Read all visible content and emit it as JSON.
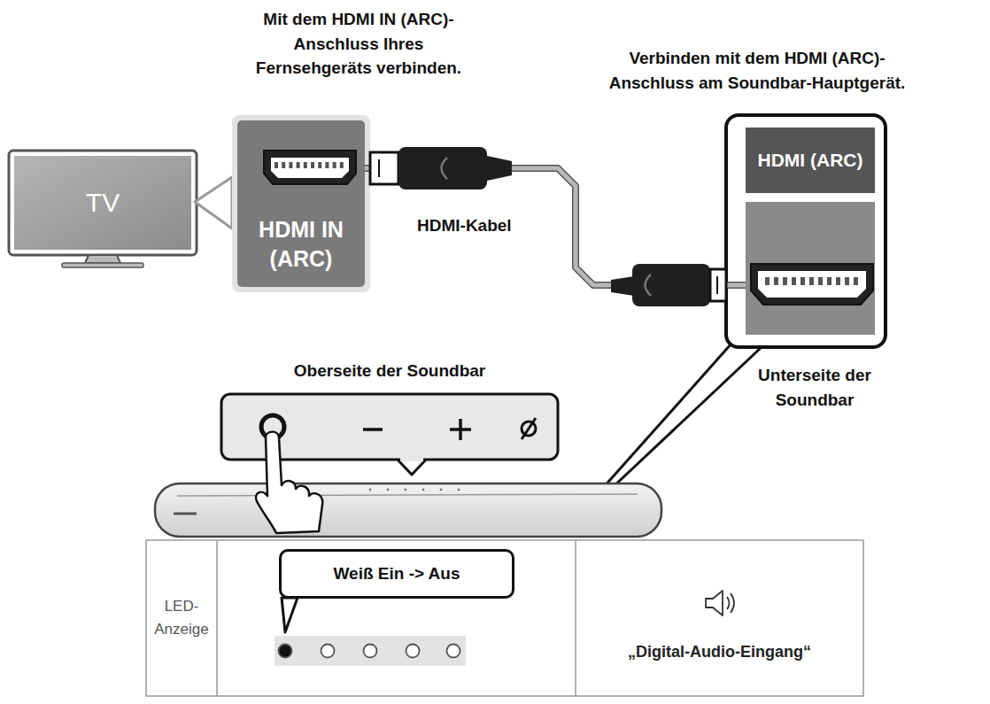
{
  "diagram": {
    "nodes": [
      {
        "text": [
          "TV"
        ]
      },
      {
        "text": [
          "HDMI IN (ARC)"
        ]
      },
      {
        "text": [
          "HDMI (ARC)"
        ]
      },
      {
        "text": [
          "Oberseite der Soundbar"
        ]
      },
      {
        "text": [
          "Weiß Ein -> Aus"
        ]
      }
    ],
    "edges": [
      {
        "from": 1,
        "to": 2,
        "arrow": "none",
        "label": "HDMI-Kabel"
      }
    ],
    "labels": [
      "Mit dem HDMI IN (ARC)- Anschluss Ihres Fernsehgeräts verbinden.",
      "Verbinden mit dem HDMI (ARC)- Anschluss am Soundbar-Hauptgerät.",
      "Unterseite der Soundbar",
      "LED-Anzeige",
      "„Digital-Audio-Eingang“"
    ]
  }
}
